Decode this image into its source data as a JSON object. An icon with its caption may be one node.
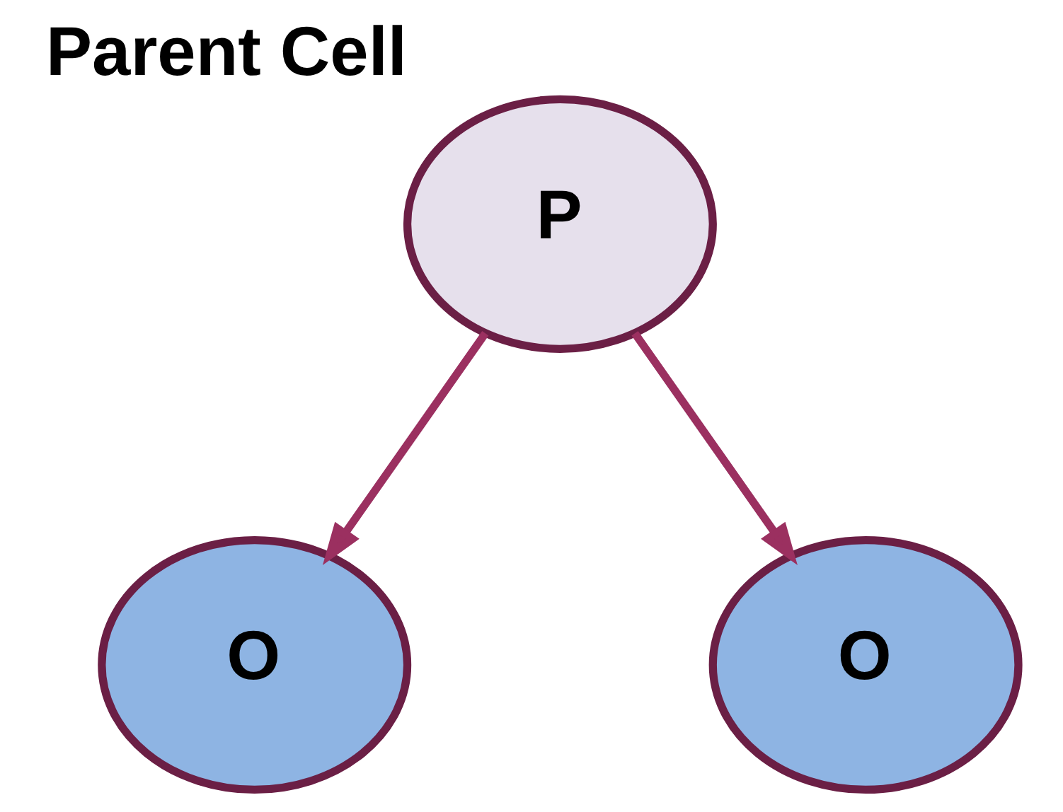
{
  "diagram": {
    "nodes": [
      {
        "text": [
          "P"
        ],
        "beside": [
          "Parent Cell"
        ]
      },
      {
        "text": [
          "O"
        ]
      },
      {
        "text": [
          "O"
        ]
      }
    ],
    "edges": [
      {
        "from": 0,
        "to": 1,
        "arrow": "to"
      },
      {
        "from": 0,
        "to": 2,
        "arrow": "to"
      }
    ]
  }
}
